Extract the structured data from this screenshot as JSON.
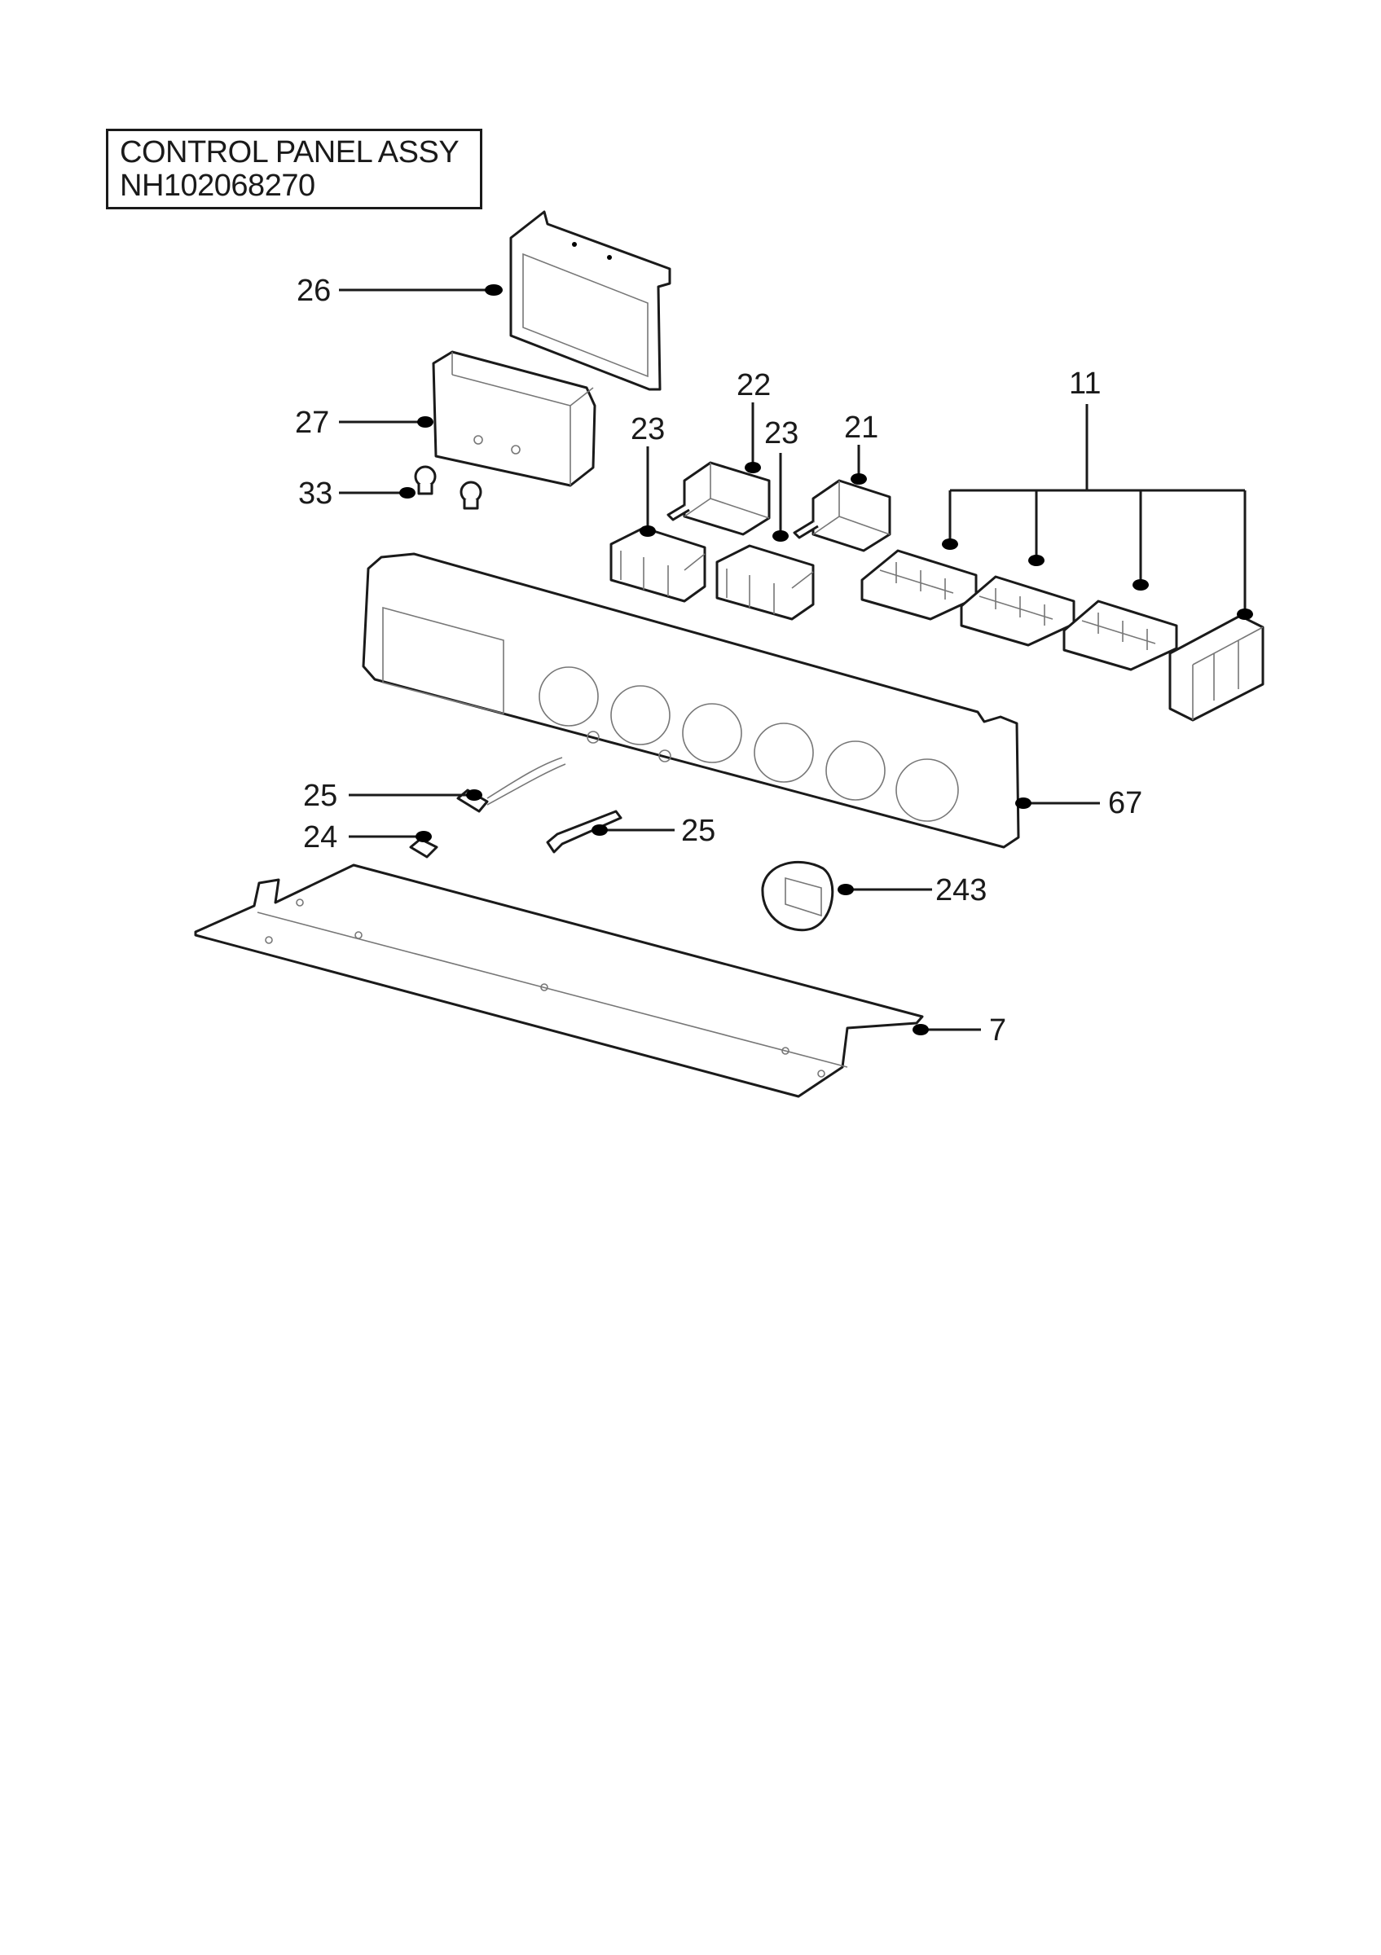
{
  "title": {
    "line1": "CONTROL PANEL ASSY",
    "line2": "NH102068270"
  },
  "callouts": {
    "c26": "26",
    "c27": "27",
    "c33": "33",
    "c22": "22",
    "c23a": "23",
    "c23b": "23",
    "c21": "21",
    "c11": "11",
    "c25a": "25",
    "c24": "24",
    "c25b": "25",
    "c67": "67",
    "c243": "243",
    "c7": "7"
  }
}
